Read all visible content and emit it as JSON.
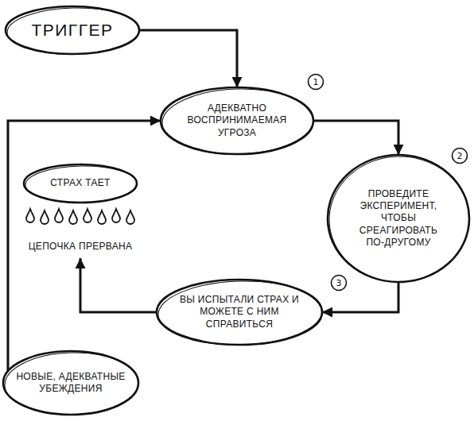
{
  "diagram": {
    "nodes": [
      {
        "text": [
          "ТРИГГЕР"
        ]
      },
      {
        "text": [
          "АДЕКВАТНО ВОСПРИНИМАЕМАЯ УГРОЗА"
        ]
      },
      {
        "text": [
          "СТРАХ ТАЕТ",
          "ЦЕПОЧКА ПРЕРВАНА"
        ]
      },
      {
        "text": [
          "ПРОВЕДИТЕ ЭКСПЕРИМЕНТ, ЧТОБЫ СРЕАГИРОВАТЬ ПО-ДРУГОМУ"
        ]
      },
      {
        "text": [
          "ВЫ ИСПЫТАЛИ СТРАХ И МОЖЕТЕ С НИМ СПРАВИТЬСЯ"
        ]
      },
      {
        "text": [
          "НОВЫЕ, АДЕКВАТНЫЕ УБЕЖДЕНИЯ"
        ]
      }
    ],
    "edges": [
      {
        "from": 0,
        "to": 1,
        "arrow": "to"
      },
      {
        "from": 1,
        "to": 3,
        "arrow": "to"
      },
      {
        "from": 3,
        "to": 4,
        "arrow": "to"
      },
      {
        "from": 4,
        "to": 2,
        "arrow": "to"
      },
      {
        "from": 5,
        "to": 1,
        "arrow": "to"
      }
    ],
    "labels": [
      "1",
      "2",
      "3"
    ]
  }
}
